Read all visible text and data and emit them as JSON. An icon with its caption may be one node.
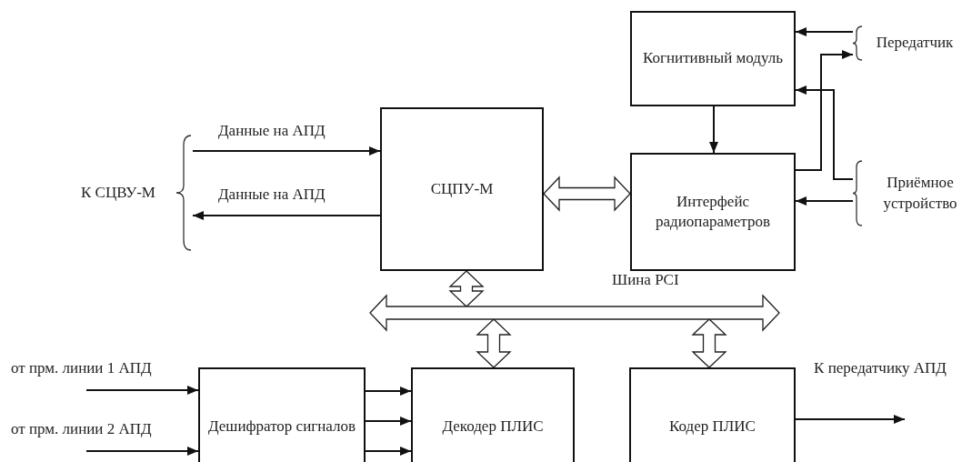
{
  "diagram": {
    "nodes": [
      {
        "text": [
          "СЦПУ-М"
        ]
      },
      {
        "text": [
          "Когнитивный модуль"
        ]
      },
      {
        "text": [
          "Интерфейс радиопараметров"
        ]
      },
      {
        "text": [],
        "shape": "bar"
      },
      {
        "text": [
          "Дешифратор сигналов"
        ]
      },
      {
        "text": [
          "Декодер ПЛИС"
        ]
      },
      {
        "text": [
          "Кодер ПЛИС"
        ]
      },
      {
        "text": [
          "К СЦВУ-М"
        ]
      },
      {
        "text": [
          "Передатчик"
        ]
      },
      {
        "text": [
          "Приёмное устройство"
        ]
      }
    ],
    "edges": [
      {
        "from": 7,
        "to": 0,
        "arrow": "to",
        "label": "Данные на АПД"
      },
      {
        "from": 0,
        "to": 7,
        "arrow": "to",
        "label": "Данные на АПД"
      },
      {
        "from": 0,
        "to": 2,
        "arrow": "both",
        "style": "thick"
      },
      {
        "from": 8,
        "to": 1,
        "arrow": "to"
      },
      {
        "from": 1,
        "to": 2,
        "arrow": "to"
      },
      {
        "from": 2,
        "to": 8,
        "arrow": "to"
      },
      {
        "from": 9,
        "to": 1,
        "arrow": "to"
      },
      {
        "from": 9,
        "to": 2,
        "arrow": "to"
      },
      {
        "from": 0,
        "to": 3,
        "arrow": "both",
        "style": "thick"
      },
      {
        "from": 3,
        "to": 5,
        "arrow": "both",
        "style": "thick"
      },
      {
        "from": 3,
        "to": 6,
        "arrow": "both",
        "style": "thick"
      },
      {
        "from": null,
        "to": 4,
        "arrow": "to",
        "label": "от прм. линии 1 АПД"
      },
      {
        "from": null,
        "to": 4,
        "arrow": "to",
        "label": "от прм. линии 2 АПД"
      },
      {
        "from": 4,
        "to": 5,
        "arrow": "to"
      },
      {
        "from": 4,
        "to": 5,
        "arrow": "to"
      },
      {
        "from": 4,
        "to": 5,
        "arrow": "to"
      },
      {
        "from": 6,
        "to": null,
        "arrow": "to",
        "label": "К передатчику АПД"
      }
    ],
    "labels": [
      "Шина PCI"
    ]
  }
}
